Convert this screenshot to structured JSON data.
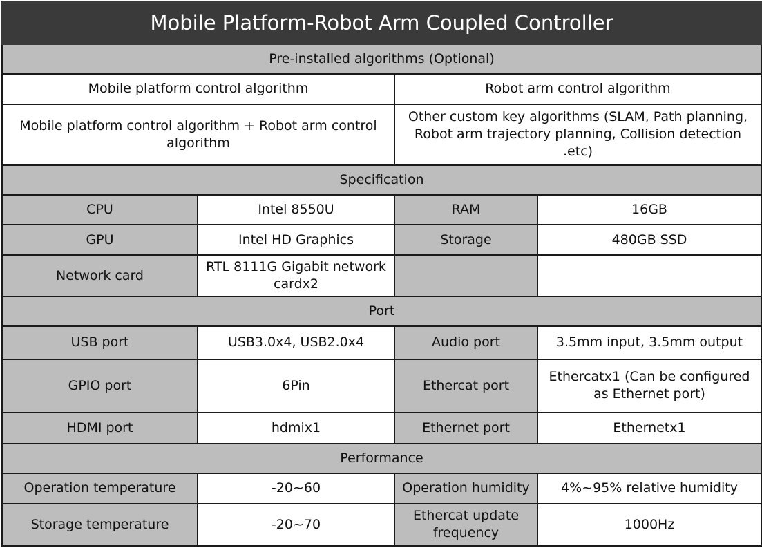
{
  "title": "Mobile Platform-Robot Arm Coupled Controller",
  "algorithms": {
    "header": "Pre-installed algorithms (Optional)",
    "items": [
      "Mobile platform control algorithm",
      "Robot arm control algorithm",
      "Mobile platform control algorithm + Robot arm control algorithm",
      "Other custom key algorithms (SLAM, Path planning, Robot arm trajectory planning, Collision detection .etc)"
    ]
  },
  "specification": {
    "header": "Specification",
    "rows": [
      [
        "CPU",
        "Intel 8550U",
        "RAM",
        "16GB"
      ],
      [
        "GPU",
        "Intel HD Graphics",
        "Storage",
        "480GB SSD"
      ],
      [
        "Network card",
        "RTL 8111G Gigabit network cardx2",
        "",
        ""
      ]
    ]
  },
  "port": {
    "header": "Port",
    "rows": [
      [
        "USB port",
        "USB3.0x4, USB2.0x4",
        "Audio port",
        "3.5mm input, 3.5mm output"
      ],
      [
        "GPIO port",
        "6Pin",
        "Ethercat port",
        "Ethercatx1 (Can be configured as Ethernet port)"
      ],
      [
        "HDMI port",
        "hdmix1",
        "Ethernet port",
        "Ethernetx1"
      ]
    ]
  },
  "performance": {
    "header": "Performance",
    "rows": [
      [
        "Operation temperature",
        "-20~60",
        "Operation humidity",
        "4%~95% relative humidity"
      ],
      [
        "Storage temperature",
        "-20~70",
        "Ethercat update frequency",
        "1000Hz"
      ]
    ]
  }
}
